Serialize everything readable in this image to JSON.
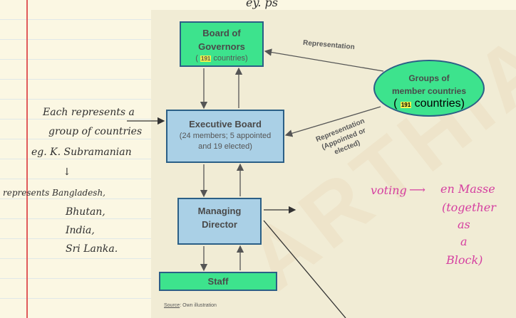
{
  "header_scrawl": "ey. ps",
  "diagram": {
    "board": {
      "title_line1": "Board of",
      "title_line2": "Governors",
      "count": "191",
      "suffix": "countries)"
    },
    "executive": {
      "title": "Executive Board",
      "detail_line1": "(24 members; 5 appointed",
      "detail_line2": "and 19 elected)"
    },
    "director": {
      "title_line1": "Managing",
      "title_line2": "Director"
    },
    "staff": {
      "title": "Staff"
    },
    "groups": {
      "title_line1": "Groups of",
      "title_line2": "member countries",
      "count": "191",
      "suffix": "countries)"
    },
    "rep_top": "Representation",
    "rep_bottom_line1": "Representation",
    "rep_bottom_line2": "(Appointed or",
    "rep_bottom_line3": "elected)",
    "source_label": "Source",
    "source_text": ": Own illustration",
    "watermark": "ARTHIAS"
  },
  "notes": {
    "left": [
      "Each represents a",
      "group of countries",
      "eg. K. Subramanian",
      "↓",
      "represents Bangladesh,",
      "Bhutan,",
      "India,",
      "Sri Lanka."
    ],
    "right": {
      "voting": "voting",
      "arrow": "⟶",
      "enmasse": "en Masse",
      "together": "(together",
      "as": "as",
      "a": "a",
      "block": "Block)"
    }
  }
}
